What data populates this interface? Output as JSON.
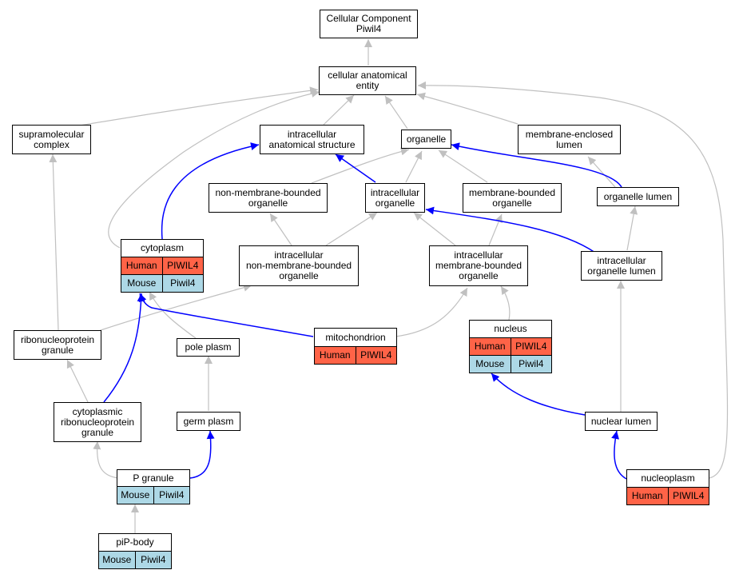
{
  "colors": {
    "gray_edge": "#c0c0c0",
    "blue_edge": "#0000ff",
    "human": "#ff6347",
    "mouse": "#add8e6"
  },
  "nodes": {
    "root": {
      "label": "Cellular Component\nPiwil4"
    },
    "cae": {
      "label": "cellular anatomical\nentity"
    },
    "supra": {
      "label": "supramolecular\ncomplex"
    },
    "ias": {
      "label": "intracellular\nanatomical structure"
    },
    "organelle": {
      "label": "organelle"
    },
    "mel": {
      "label": "membrane-enclosed\nlumen"
    },
    "nmbo": {
      "label": "non-membrane-bounded\norganelle"
    },
    "io": {
      "label": "intracellular\norganelle"
    },
    "mbo": {
      "label": "membrane-bounded\norganelle"
    },
    "ol": {
      "label": "organelle lumen"
    },
    "cyto": {
      "label": "cytoplasm",
      "human": [
        "Human",
        "PIWIL4"
      ],
      "mouse": [
        "Mouse",
        "Piwil4"
      ]
    },
    "inmbo": {
      "label": "intracellular\nnon-membrane-bounded\norganelle"
    },
    "imbo": {
      "label": "intracellular\nmembrane-bounded\norganelle"
    },
    "iol": {
      "label": "intracellular\norganelle lumen"
    },
    "rnp": {
      "label": "ribonucleoprotein\ngranule"
    },
    "pole": {
      "label": "pole plasm"
    },
    "mito": {
      "label": "mitochondrion",
      "human": [
        "Human",
        "PIWIL4"
      ]
    },
    "nucleus": {
      "label": "nucleus",
      "human": [
        "Human",
        "PIWIL4"
      ],
      "mouse": [
        "Mouse",
        "Piwil4"
      ]
    },
    "crnp": {
      "label": "cytoplasmic\nribonucleoprotein\ngranule"
    },
    "germ": {
      "label": "germ plasm"
    },
    "nlumen": {
      "label": "nuclear lumen"
    },
    "pgran": {
      "label": "P granule",
      "mouse": [
        "Mouse",
        "Piwil4"
      ]
    },
    "nucleop": {
      "label": "nucleoplasm",
      "human": [
        "Human",
        "PIWIL4"
      ]
    },
    "pip": {
      "label": "piP-body",
      "mouse": [
        "Mouse",
        "Piwil4"
      ]
    }
  }
}
